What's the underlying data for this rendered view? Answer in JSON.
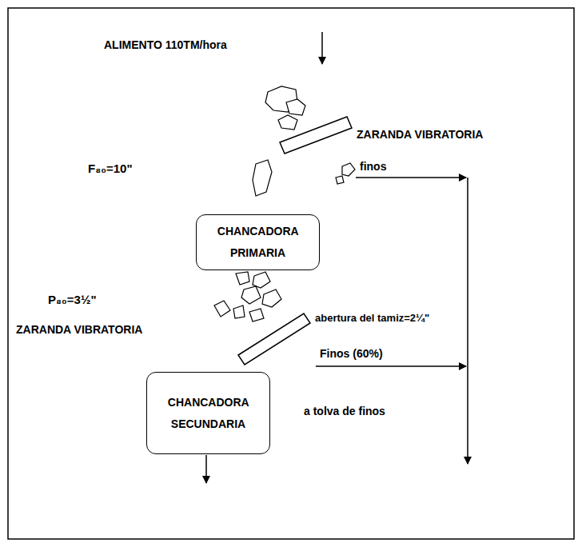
{
  "diagram": {
    "nodes": [
      {
        "text": [
          "CHANCADORA PRIMARIA"
        ]
      },
      {
        "text": [
          "CHANCADORA SECUNDARIA"
        ]
      }
    ],
    "labels": [
      "ALIMENTO 110TM/hora",
      "ZARANDA VIBRATORIA",
      "finos",
      "F₈₀=10\"",
      "P₈₀=3½\"",
      "ZARANDA VIBRATORIA",
      "abertura del tamiz=2¼\"",
      "Finos (60%)",
      "a tolva de finos"
    ]
  }
}
